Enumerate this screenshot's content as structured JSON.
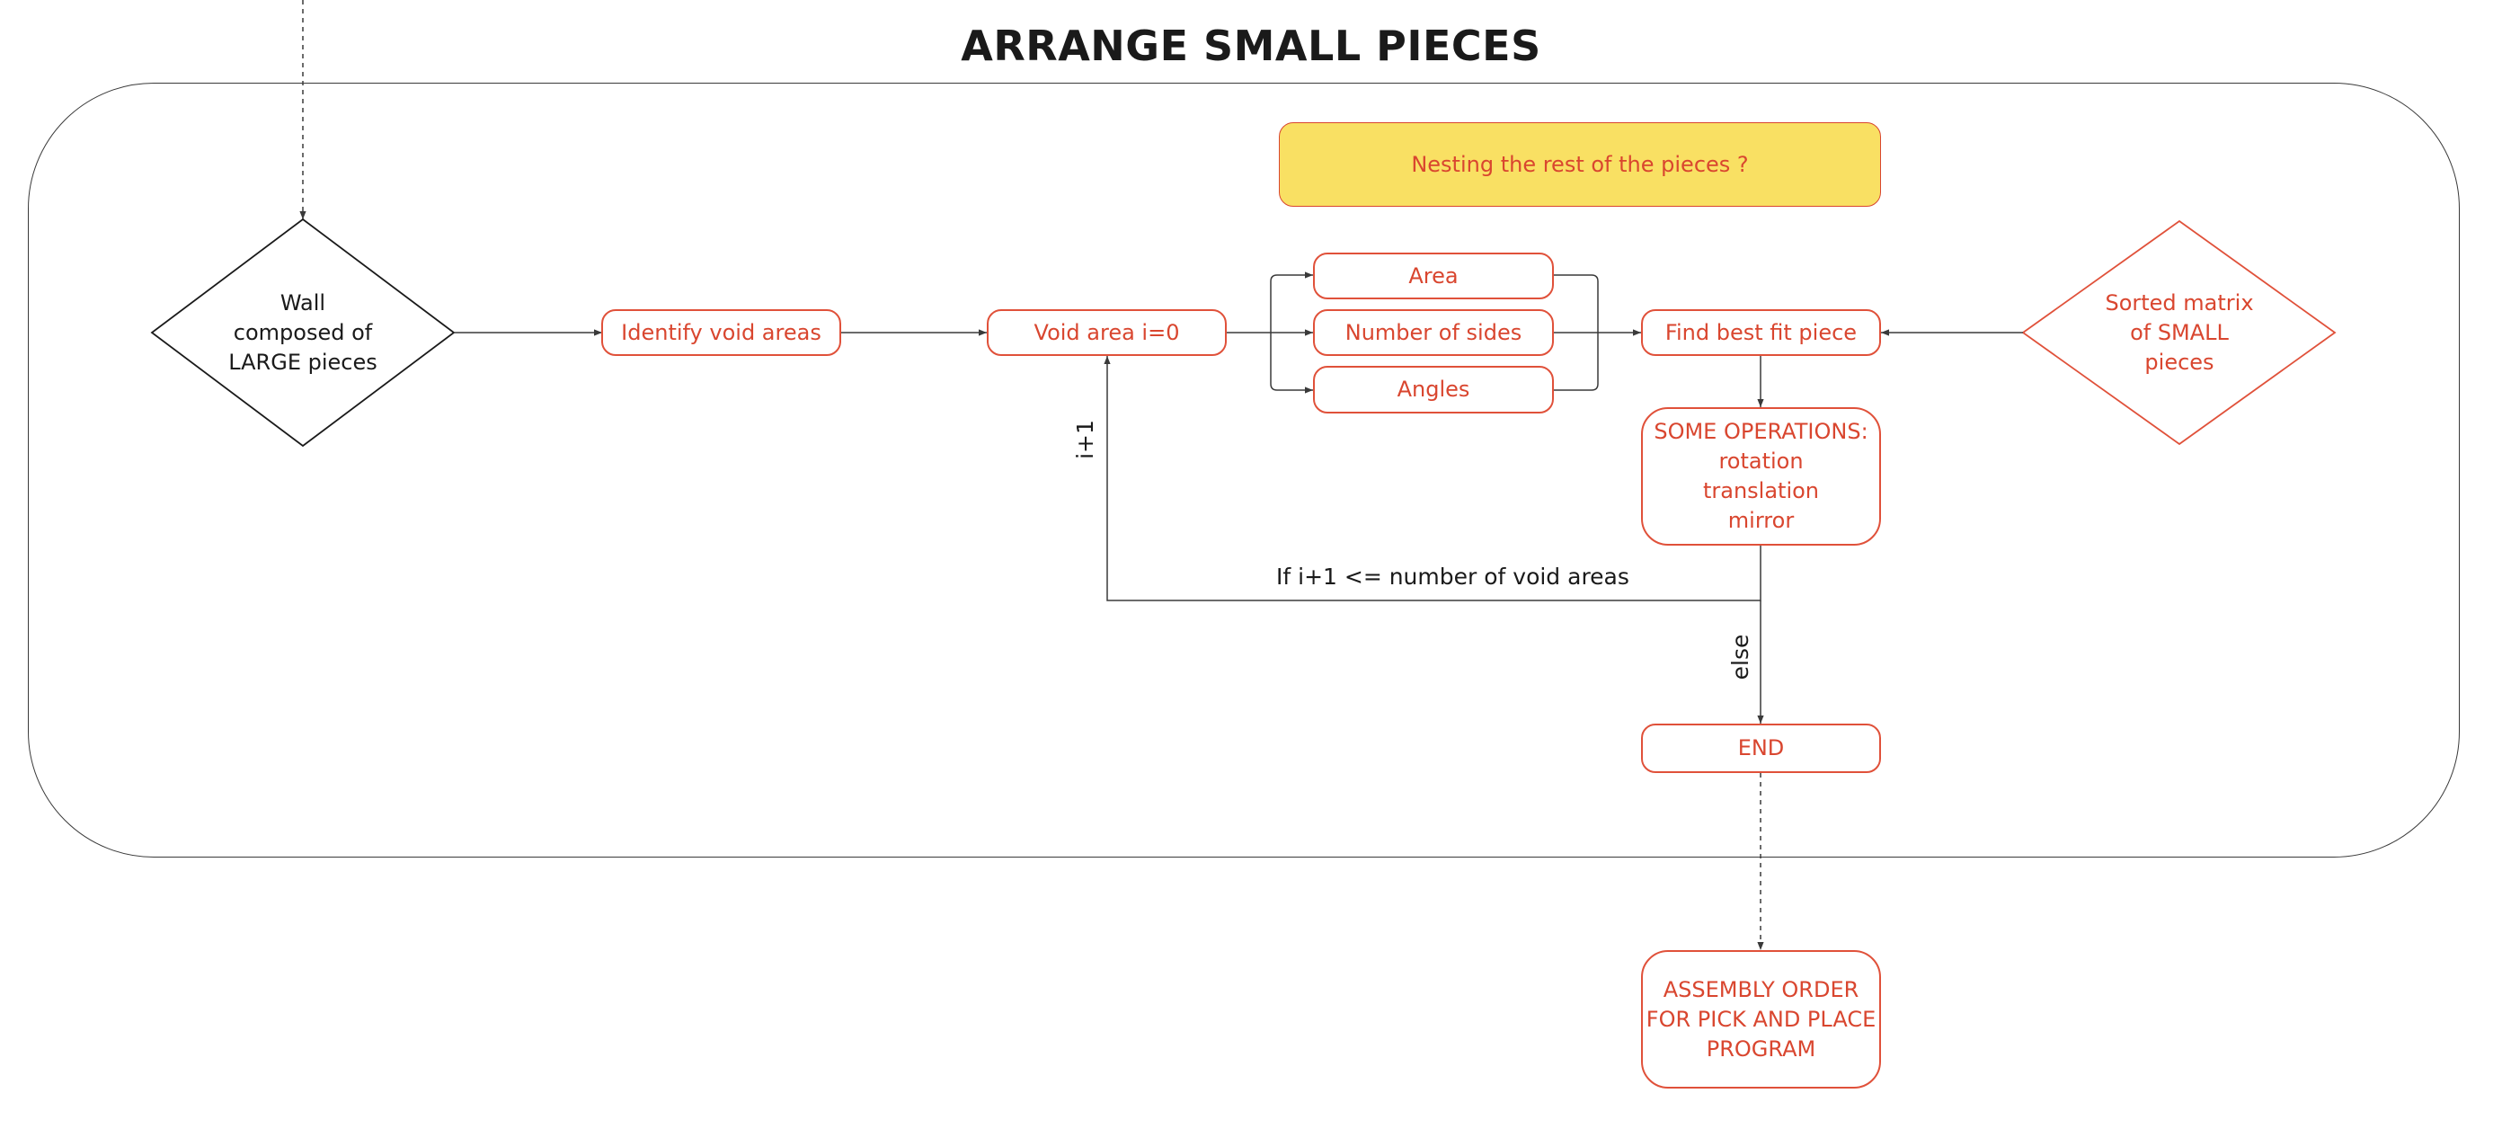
{
  "diagram": {
    "title": "ARRANGE SMALL PIECES",
    "nodes": {
      "wall": "Wall\ncomposed of\nLARGE pieces",
      "identify": "Identify void areas",
      "void_area": "Void area i=0",
      "nesting": "Nesting the rest of the pieces ?",
      "area": "Area",
      "sides": "Number of sides",
      "angles": "Angles",
      "best_fit": "Find best fit piece",
      "sorted": "Sorted matrix\nof SMALL\npieces",
      "operations": "SOME OPERATIONS:\nrotation\ntranslation\nmirror",
      "end": "END",
      "assembly": "ASSEMBLY ORDER\nFOR PICK AND PLACE\nPROGRAM"
    },
    "edge_labels": {
      "loop_condition": "If i+1 <= number of void areas",
      "increment": "i+1",
      "else": "else"
    },
    "colors": {
      "accent": "#e0513a",
      "highlight_fill": "#f9e063",
      "line": "#3a3a3a"
    }
  }
}
